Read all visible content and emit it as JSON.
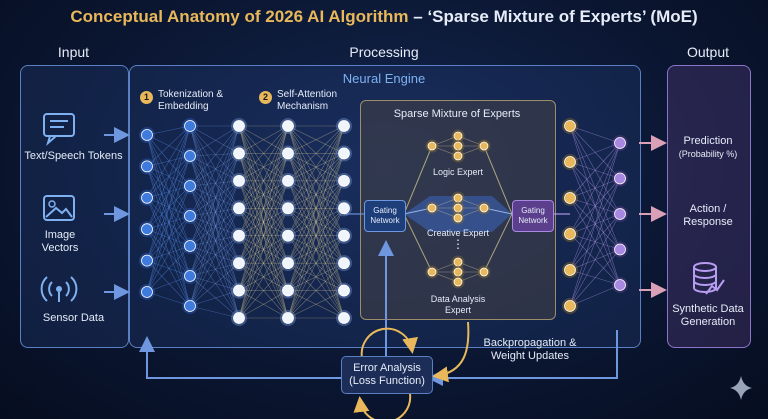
{
  "title": {
    "main": "Conceptual Anatomy of 2026 AI Algorithm",
    "dash": " – ",
    "sub": "‘Sparse Mixture of Experts’ (MoE)"
  },
  "sections": {
    "input": "Input",
    "processing": "Processing",
    "output": "Output"
  },
  "input_items": [
    {
      "label": "Text/Speech Tokens",
      "icon": "chat-icon"
    },
    {
      "label": "Image Vectors",
      "icon": "image-icon"
    },
    {
      "label": "Sensor Data",
      "icon": "sensor-icon"
    }
  ],
  "engine": {
    "title": "Neural Engine",
    "steps": [
      {
        "number": "1",
        "label": "Tokenization & Embedding"
      },
      {
        "number": "2",
        "label": "Self-Attention Mechanism"
      }
    ]
  },
  "moe": {
    "title": "Sparse Mixture of Experts",
    "gate_in": "Gating Network",
    "gate_out": "Gating Network",
    "experts": [
      "Logic Expert",
      "Creative Expert",
      "Data Analysis Expert"
    ],
    "ellipsis": "⋮"
  },
  "output_items": [
    {
      "label": "Prediction",
      "sub": "(Probability %)"
    },
    {
      "label": "Action / Response"
    },
    {
      "label": "Synthetic Data Generation",
      "icon": "database-icon"
    }
  ],
  "feedback": {
    "backprop": "Backpropagation & Weight Updates",
    "error": "Error Analysis (Loss Function)"
  },
  "colors": {
    "accent": "#e8b85a",
    "blue_node": "#3f7bdc",
    "white_node": "#f0f4fb",
    "purple_node": "#a888e0",
    "panel_border": "#5a7fc2"
  }
}
